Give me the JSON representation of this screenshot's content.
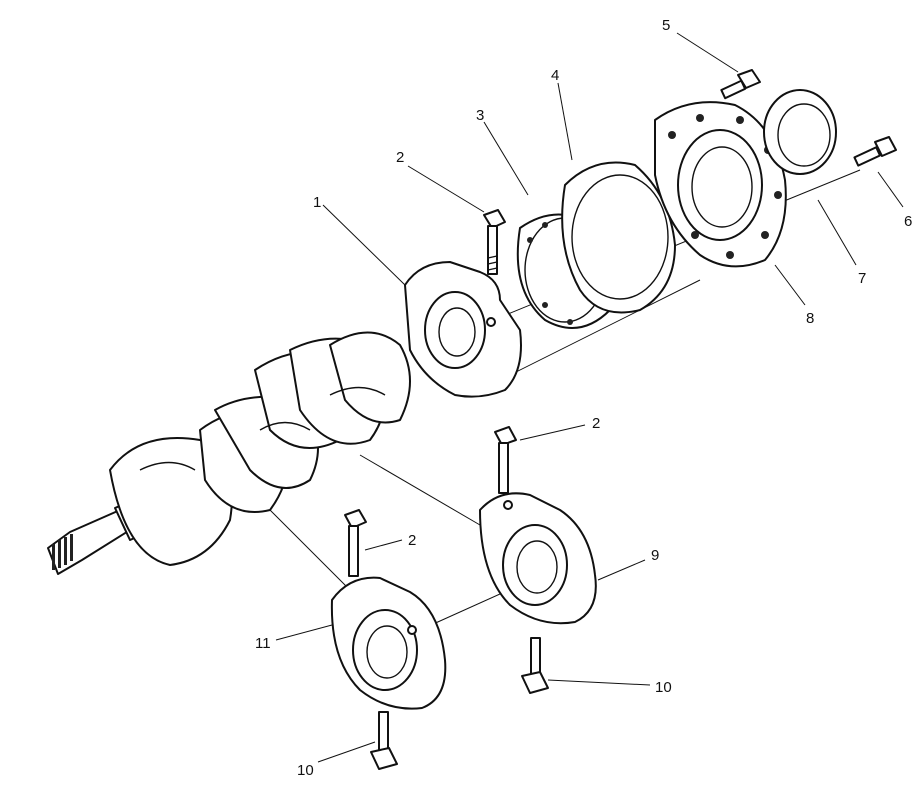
{
  "callouts": [
    {
      "id": "c1",
      "label": "1"
    },
    {
      "id": "c2a",
      "label": "2"
    },
    {
      "id": "c3",
      "label": "3"
    },
    {
      "id": "c4",
      "label": "4"
    },
    {
      "id": "c5",
      "label": "5"
    },
    {
      "id": "c6",
      "label": "6"
    },
    {
      "id": "c7",
      "label": "7"
    },
    {
      "id": "c8",
      "label": "8"
    },
    {
      "id": "c2b",
      "label": "2"
    },
    {
      "id": "c2c",
      "label": "2"
    },
    {
      "id": "c9",
      "label": "9"
    },
    {
      "id": "c11",
      "label": "11"
    },
    {
      "id": "c10a",
      "label": "10"
    },
    {
      "id": "c10b",
      "label": "10"
    }
  ]
}
